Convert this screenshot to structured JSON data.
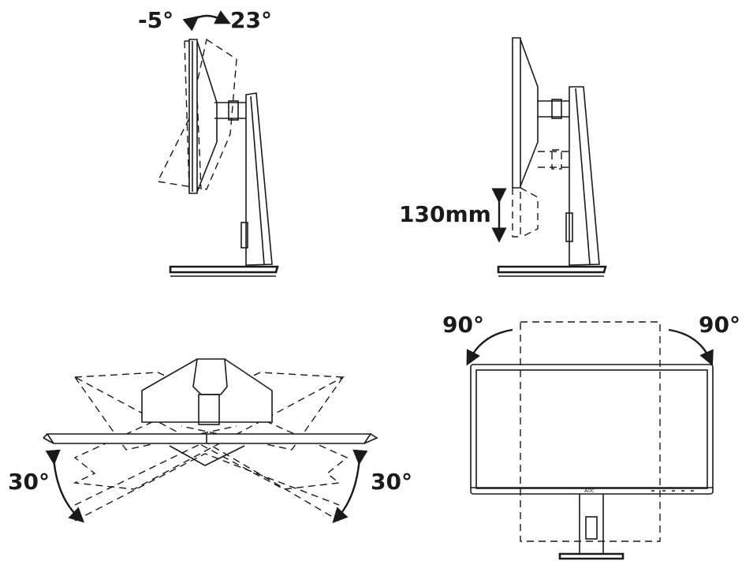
{
  "tilt": {
    "back_label": "-5°",
    "forward_label": "23°"
  },
  "height": {
    "label": "130mm"
  },
  "swivel": {
    "left_label": "30°",
    "right_label": "30°"
  },
  "pivot": {
    "left_label": "90°",
    "right_label": "90°",
    "brand": "AOC"
  }
}
